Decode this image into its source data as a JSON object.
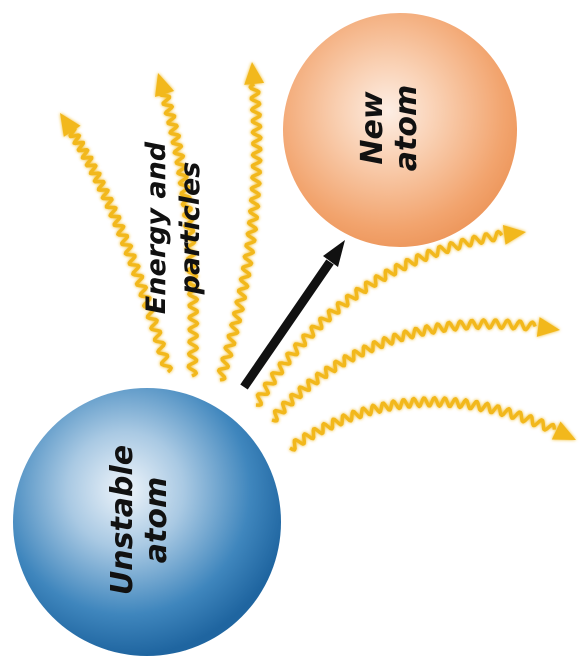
{
  "diagram": {
    "unstable_atom": {
      "line1": "Unstable",
      "line2": "atom",
      "color": "#2f7bb5"
    },
    "new_atom": {
      "line1": "New",
      "line2": "atom",
      "color": "#f2a36d"
    },
    "emission_label": {
      "line1": "Energy and",
      "line2": "particles"
    },
    "emission_color": "#f2b81f",
    "arrow_color": "#111111"
  }
}
